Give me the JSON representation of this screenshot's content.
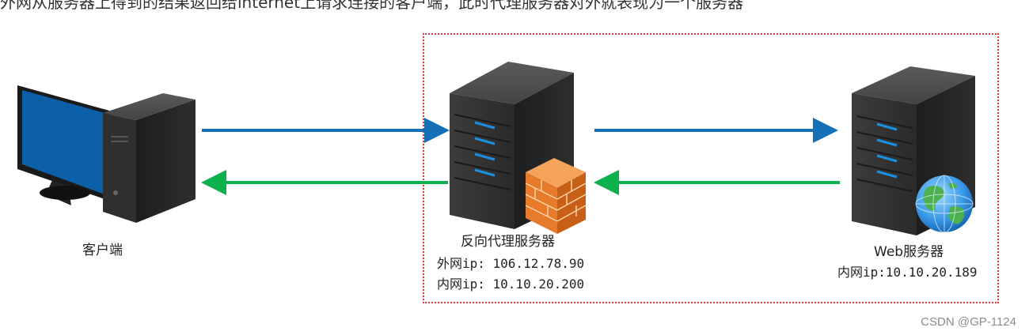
{
  "top_text": "外网从服务器上得到的结果返回给internet上请求连接的客户端，此时代理服务器对外就表现为一个服务器",
  "client": {
    "label": "客户端"
  },
  "proxy": {
    "label": "反向代理服务器",
    "ext_ip": "外网ip: 106.12.78.90",
    "int_ip": "内网ip: 10.10.20.200"
  },
  "web": {
    "label": "Web服务器",
    "int_ip": "内网ip:10.10.20.189"
  },
  "colors": {
    "request_arrow": "#1570b8",
    "response_arrow": "#0cb14b",
    "boundary": "#e5333c"
  },
  "watermark": "CSDN @GP-1124"
}
